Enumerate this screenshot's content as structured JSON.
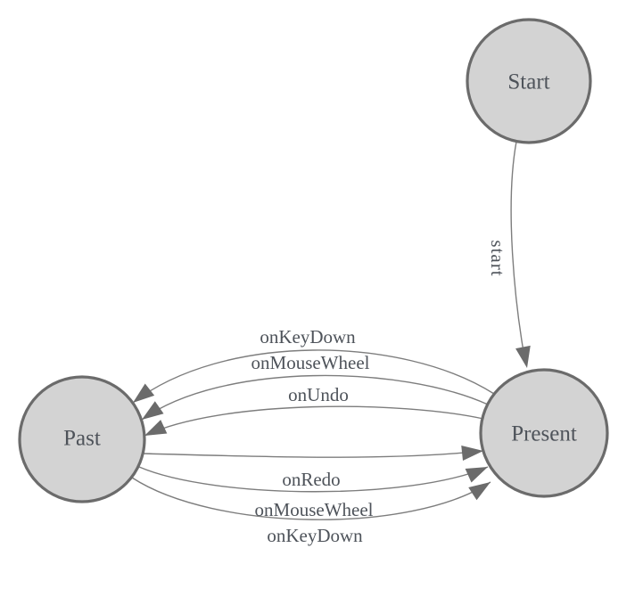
{
  "diagram": {
    "type": "state-machine",
    "background": "#ffffff",
    "colors": {
      "node_fill": "#d3d3d3",
      "node_border": "#6b6b6b",
      "edge_line": "#7d7d7d",
      "arrowhead": "#6b6b6b",
      "label_text": "#4e535a"
    },
    "states": [
      {
        "id": "start",
        "label": "Start"
      },
      {
        "id": "present",
        "label": "Present"
      },
      {
        "id": "past",
        "label": "Past"
      }
    ],
    "transitions": [
      {
        "from": "Start",
        "to": "Present",
        "label": "start"
      },
      {
        "from": "Present",
        "to": "Past",
        "label": "onKeyDown"
      },
      {
        "from": "Present",
        "to": "Past",
        "label": "onMouseWheel"
      },
      {
        "from": "Present",
        "to": "Past",
        "label": "onUndo"
      },
      {
        "from": "Past",
        "to": "Present",
        "label": "onRedo"
      },
      {
        "from": "Past",
        "to": "Present",
        "label": "onMouseWheel"
      },
      {
        "from": "Past",
        "to": "Present",
        "label": "onKeyDown"
      }
    ]
  }
}
